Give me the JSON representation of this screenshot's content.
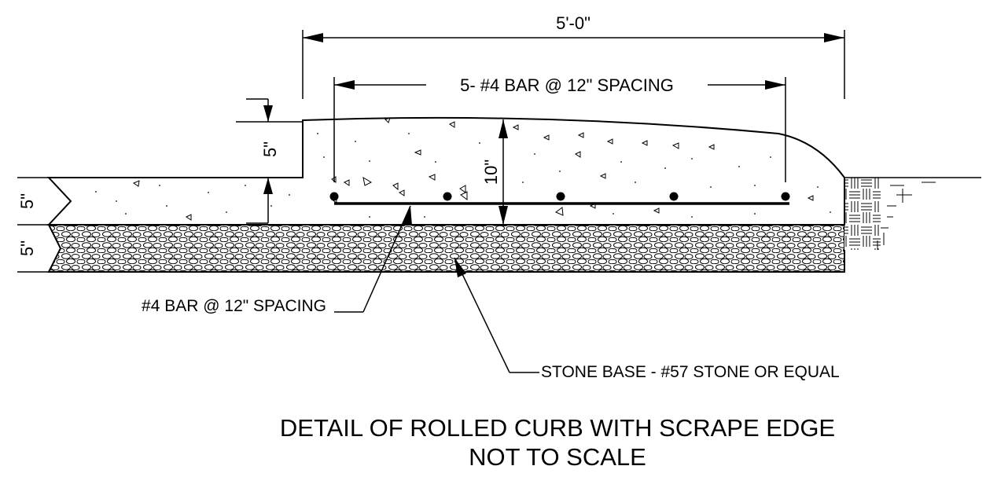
{
  "detail": {
    "title": "DETAIL OF ROLLED CURB WITH SCRAPE EDGE",
    "subtitle": "NOT TO SCALE"
  },
  "dimensions": {
    "overall_width": "5'-0\"",
    "bar_span": "5- #4 BAR @ 12\" SPACING",
    "curb_rise": "5\"",
    "curb_depth": "10\"",
    "slab_thickness": "5\"",
    "stone_thickness": "5\""
  },
  "callouts": {
    "longitudinal_bar": "#4 BAR @ 12\" SPACING",
    "stone_base": "STONE BASE - #57 STONE OR EQUAL"
  },
  "colors": {
    "line": "#000000",
    "background": "#ffffff"
  }
}
